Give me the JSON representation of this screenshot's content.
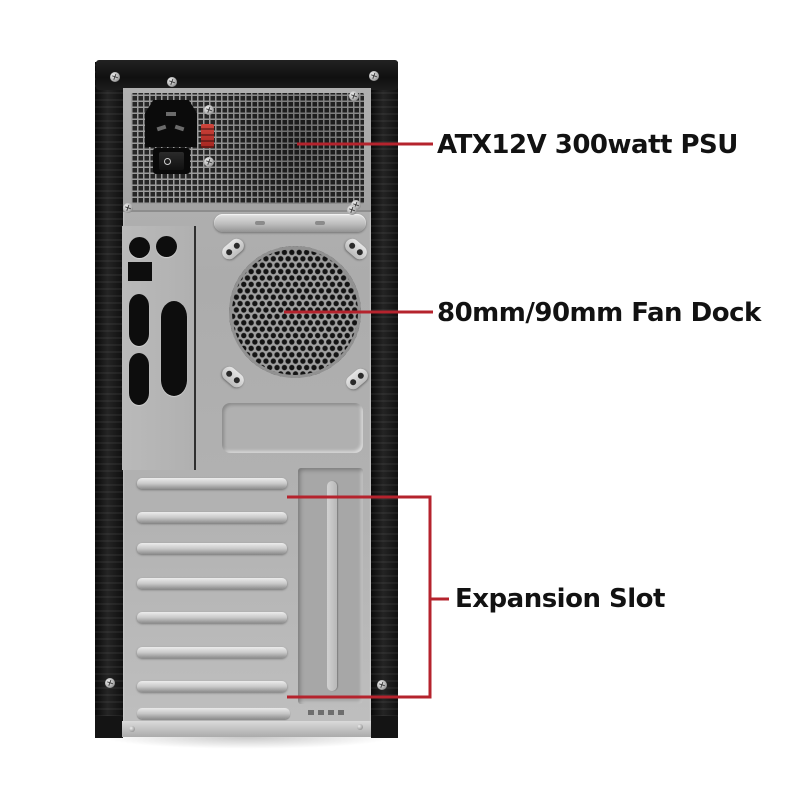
{
  "title": "Rear panel of micro-ATX tower case with annotated parts",
  "colors": {
    "annotation_red": "#b5232d",
    "label_text": "#121212",
    "case_black": "#141414",
    "panel_silver": "#b2b2b2",
    "voltage_selector_red": "#c23a33",
    "background": "#ffffff"
  },
  "callouts": [
    {
      "id": "psu",
      "text": "ATX12V 300watt PSU",
      "points_to": "power-supply-unit"
    },
    {
      "id": "fan",
      "text": "80mm/90mm Fan Dock",
      "points_to": "fan-dock-grille"
    },
    {
      "id": "slot",
      "text": "Expansion Slot",
      "points_to": "expansion-slot-covers"
    }
  ],
  "photo_parts": {
    "psu": "ATX power supply with AC inlet, power rocker switch and red voltage selector behind square mesh",
    "io_area": "I/O shield with two PS/2 ports, one square port, two serial ports and one parallel port",
    "fan_dock": "circular honeycomb fan grille with four keyhole mounts",
    "expansion": "seven stamped expansion slot covers plus vertical open slot column"
  }
}
